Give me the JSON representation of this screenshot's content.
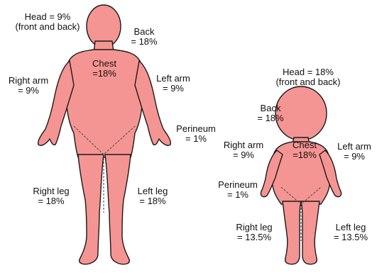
{
  "colors": {
    "skin": "#f59593",
    "outline": "#1a1a1a",
    "divider": "#444444",
    "background": "#ffffff"
  },
  "adult": {
    "head": [
      "Head = 9%",
      "(front and back)"
    ],
    "back": [
      "Back",
      "= 18%"
    ],
    "chest": [
      "Chest",
      "=18%"
    ],
    "right_arm": [
      "Right arm",
      "= 9%"
    ],
    "left_arm": [
      "Left arm",
      "= 9%"
    ],
    "perineum": [
      "Perineum",
      "= 1%"
    ],
    "right_leg": [
      "Right leg",
      "= 18%"
    ],
    "left_leg": [
      "Left leg",
      "= 18%"
    ]
  },
  "child": {
    "head": [
      "Head = 18%",
      "(front and back)"
    ],
    "back": [
      "Back",
      "= 18%"
    ],
    "chest": [
      "Chest",
      "=18%"
    ],
    "right_arm": [
      "Right arm",
      "= 9%"
    ],
    "left_arm": [
      "Left arm",
      "= 9%"
    ],
    "perineum": [
      "Perineum",
      "= 1%"
    ],
    "right_leg": [
      "Right leg",
      "= 13.5%"
    ],
    "left_leg": [
      "Left leg",
      "= 13.5%"
    ]
  }
}
